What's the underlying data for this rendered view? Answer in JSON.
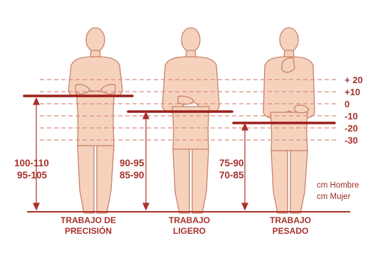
{
  "diagram": {
    "level_labels": [
      "+ 20",
      "+10",
      "0",
      "-10",
      "-20",
      "-30"
    ],
    "figures": [
      {
        "id": "precision",
        "ranges": [
          "100-110",
          "95-105"
        ],
        "caption_lines": [
          "TRABAJO DE",
          "PRECISIÓN"
        ]
      },
      {
        "id": "light",
        "ranges": [
          "90-95",
          "85-90"
        ],
        "caption_lines": [
          "TRABAJO",
          "LIGERO"
        ]
      },
      {
        "id": "heavy",
        "ranges": [
          "75-90",
          "70-85"
        ],
        "caption_lines": [
          "TRABAJO",
          "PESADO"
        ]
      }
    ],
    "legend": {
      "men": "cm Hombre",
      "women": "cm Mujer"
    },
    "colors": {
      "skin": "#f6d2bd",
      "outline": "#c9826a",
      "accent": "#a7322c",
      "dashed": "#d98c84",
      "table": "#9b1f1a"
    }
  }
}
